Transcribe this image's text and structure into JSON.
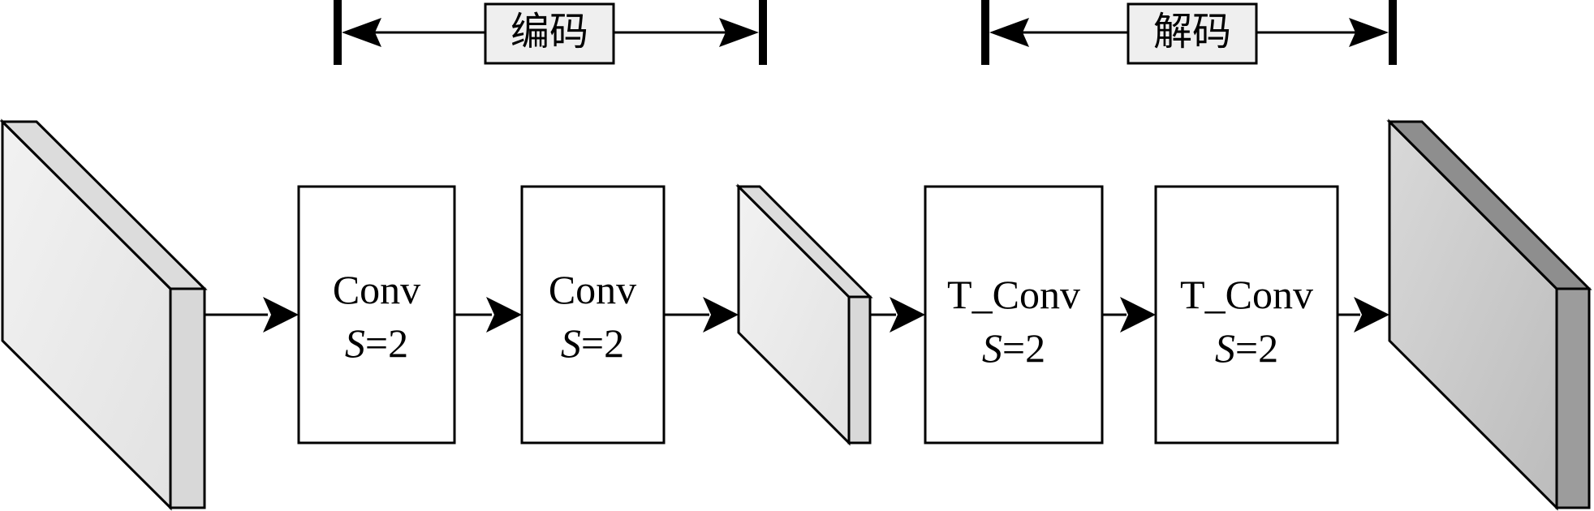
{
  "brackets": {
    "encode": {
      "label": "编码"
    },
    "decode": {
      "label": "解码"
    }
  },
  "blocks": [
    {
      "line1": "Conv",
      "var": "S",
      "eq": "=2"
    },
    {
      "line1": "Conv",
      "var": "S",
      "eq": "=2"
    },
    {
      "line1": "T_Conv",
      "var": "S",
      "eq": "=2"
    },
    {
      "line1": "T_Conv",
      "var": "S",
      "eq": "=2"
    }
  ],
  "colors": {
    "stroke": "#000000",
    "panel_face": "#eeeeee",
    "panel_edge": "#d8d8d8",
    "panel_dark_face": "#cdcdcd",
    "panel_dark_edge": "#9c9c9c",
    "label_box_fill": "#efefef"
  }
}
